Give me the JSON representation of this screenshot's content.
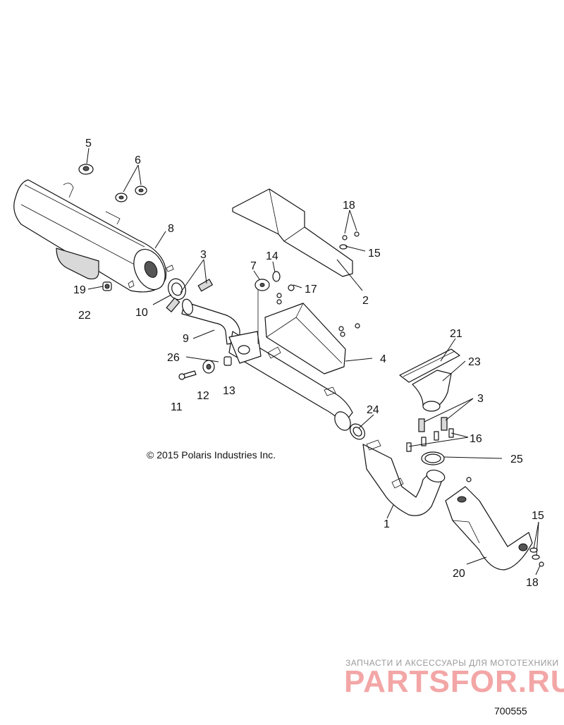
{
  "callouts": {
    "c1": "1",
    "c2": "2",
    "c3a": "3",
    "c3b": "3",
    "c4": "4",
    "c5": "5",
    "c6": "6",
    "c7": "7",
    "c8": "8",
    "c9": "9",
    "c10": "10",
    "c11": "11",
    "c12": "12",
    "c13": "13",
    "c14": "14",
    "c15a": "15",
    "c15b": "15",
    "c16": "16",
    "c17": "17",
    "c18a": "18",
    "c18b": "18",
    "c19": "19",
    "c20": "20",
    "c21": "21",
    "c22": "22",
    "c23": "23",
    "c24": "24",
    "c25": "25",
    "c26": "26"
  },
  "copyright": "© 2015 Polaris Industries Inc.",
  "document_number": "700555",
  "watermark": {
    "tagline": "ЗАПЧАСТИ И АКСЕССУАРЫ ДЛЯ МОТОТЕХНИКИ",
    "logo": "PARTSFOR.RU"
  },
  "colors": {
    "line": "#111111",
    "watermark": "#f3a6a6",
    "watermark_text": "#9a9a9a"
  }
}
